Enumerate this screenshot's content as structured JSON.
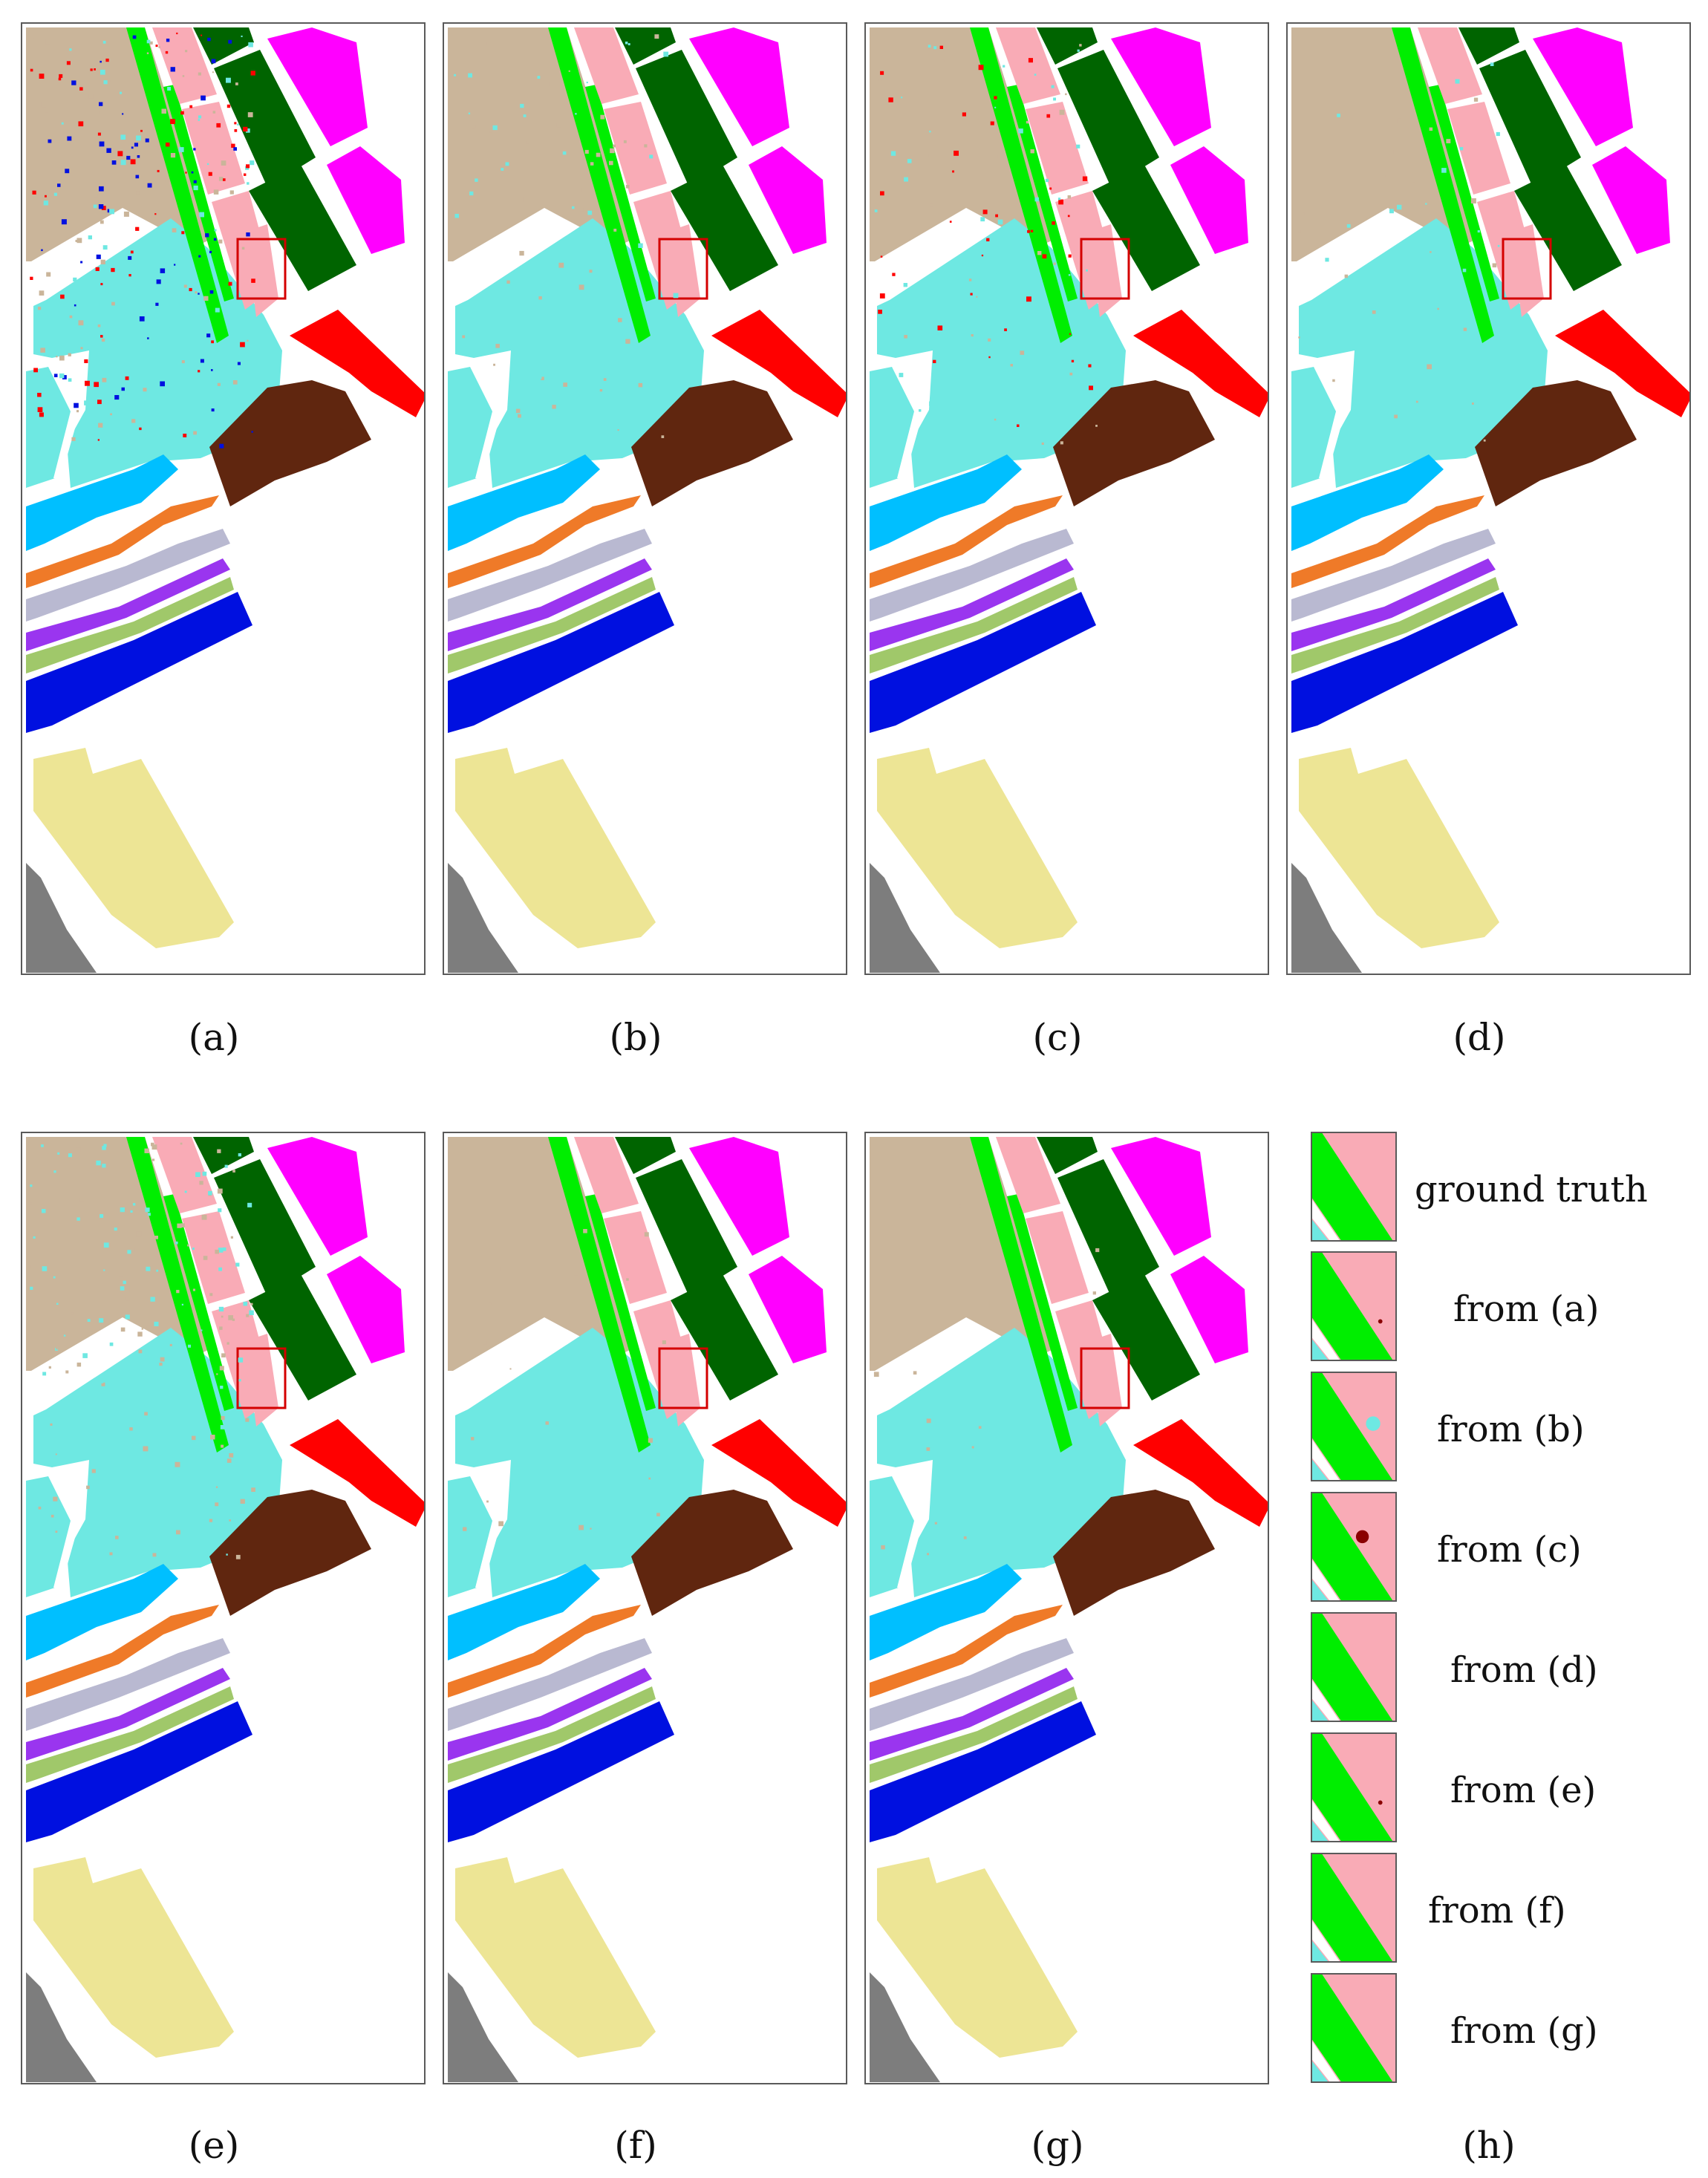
{
  "figure": {
    "panels": [
      {
        "id": "a",
        "label": "(a)"
      },
      {
        "id": "b",
        "label": "(b)"
      },
      {
        "id": "c",
        "label": "(c)"
      },
      {
        "id": "d",
        "label": "(d)"
      },
      {
        "id": "e",
        "label": "(e)"
      },
      {
        "id": "f",
        "label": "(f)"
      },
      {
        "id": "g",
        "label": "(g)"
      }
    ],
    "legend_panel_label": "(h)",
    "insets": [
      {
        "label": "ground truth"
      },
      {
        "label": "from (a)"
      },
      {
        "label": "from (b)"
      },
      {
        "label": "from (c)"
      },
      {
        "label": "from (d)"
      },
      {
        "label": "from (e)"
      },
      {
        "label": "from (f)"
      },
      {
        "label": "from (g)"
      }
    ]
  },
  "class_colors": {
    "tan": "#cab59a",
    "cyan": "#6ee8e2",
    "green": "#00ee00",
    "pink": "#f9abb6",
    "dark_green": "#006400",
    "magenta": "#ff00ff",
    "red": "#ff0000",
    "brown": "#60260f",
    "sky_blue": "#00bfff",
    "orange": "#ef7a28",
    "lavender": "#b9b9d1",
    "purple": "#9a35ef",
    "olive_green": "#a0c86a",
    "blue": "#0010e0",
    "khaki": "#ede595",
    "gray": "#7d7d7d"
  },
  "highlight_box_color": "#d40000"
}
